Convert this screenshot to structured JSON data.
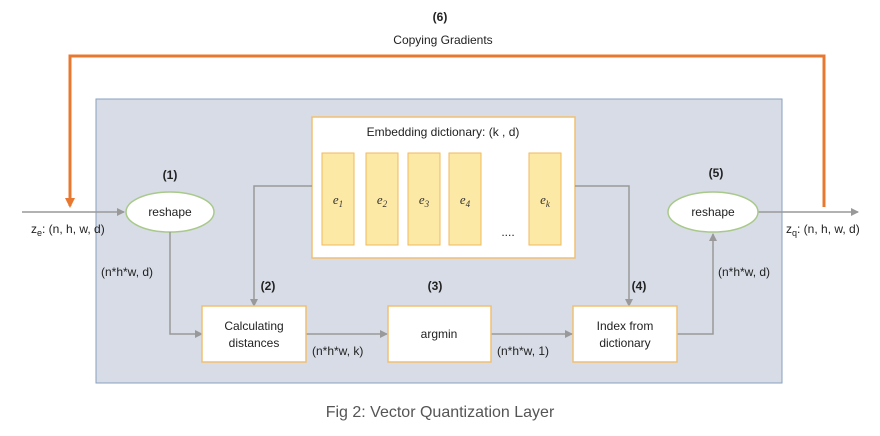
{
  "top": {
    "step": "(6)",
    "label": "Copying Gradients"
  },
  "input": {
    "z": "z",
    "sub": "e",
    "shape": ": (n, h, w, d)"
  },
  "output": {
    "z": "z",
    "sub": "q",
    "shape": ": (n, h, w, d)"
  },
  "reshape_left": {
    "step": "(1)",
    "label": "reshape",
    "out_shape": "(n*h*w, d)"
  },
  "reshape_right": {
    "step": "(5)",
    "label": "reshape",
    "in_shape": "(n*h*w, d)"
  },
  "dictionary": {
    "title": "Embedding dictionary: (k , d)",
    "entries": [
      {
        "base": "e",
        "sub": "1"
      },
      {
        "base": "e",
        "sub": "2"
      },
      {
        "base": "e",
        "sub": "3"
      },
      {
        "base": "e",
        "sub": "4"
      },
      {
        "base": "e",
        "sub": "k"
      }
    ],
    "ellipsis": "...."
  },
  "calc": {
    "step": "(2)",
    "line1": "Calculating",
    "line2": "distances",
    "out_shape": "(n*h*w, k)"
  },
  "argmin": {
    "step": "(3)",
    "label": "argmin",
    "out_shape": "(n*h*w, 1)"
  },
  "index": {
    "step": "(4)",
    "line1": "Index from",
    "line2": "dictionary"
  },
  "caption": "Fig 2: Vector Quantization Layer",
  "colors": {
    "panel": "#d7dce6",
    "orange": "#e8782f",
    "entry_fill": "#fde9a6",
    "entry_stroke": "#f0b95c",
    "box_stroke": "#f0c070",
    "ellipse_stroke": "#a9c98b",
    "arrow": "#999999"
  }
}
